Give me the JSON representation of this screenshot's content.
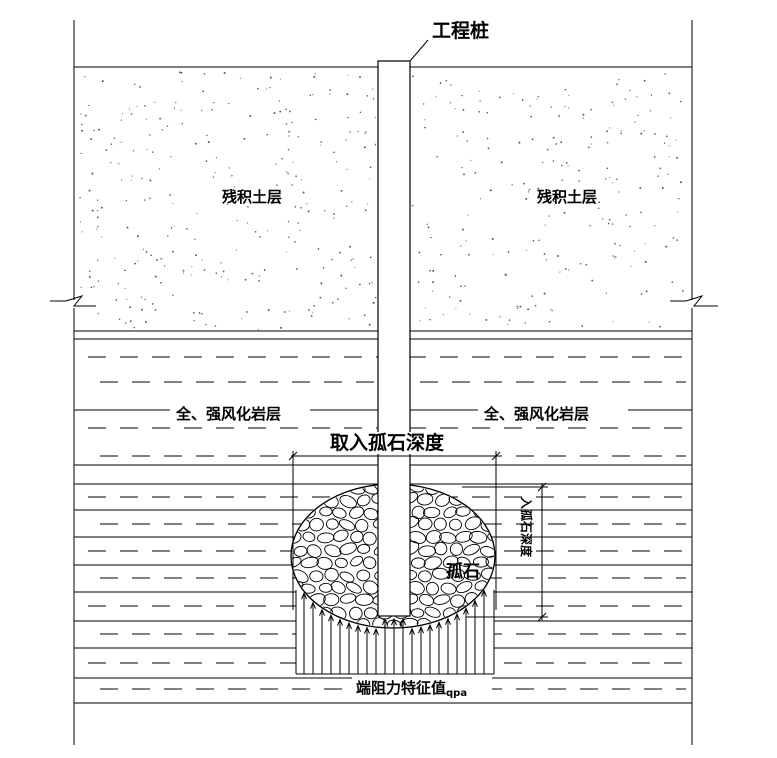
{
  "labels": {
    "pile": "工程桩",
    "residual_soil_left": "残积土层",
    "residual_soil_right": "残积土层",
    "weathered_left": "全、强风化岩层",
    "weathered_right": "全、强风化岩层",
    "boulder": "孤石",
    "boulder_depth": "取入孤石深度",
    "embed_depth": "入孤石深度",
    "end_resistance": "端阻力特征值",
    "end_resistance_sub": "qpa"
  }
}
